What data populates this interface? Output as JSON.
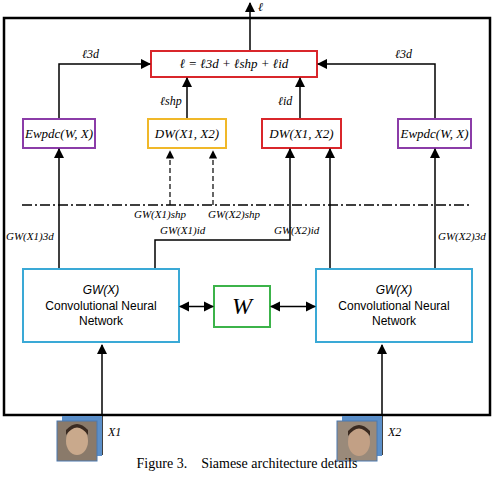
{
  "diagram": {
    "caption": "Figure 3.    Siamese architecture details",
    "nodes": [
      {
        "text": [
          "ℓ = ℓ3d + ℓshp + ℓid"
        ]
      },
      {
        "text": [
          "Ewpdc(W, X)"
        ]
      },
      {
        "text": [
          "DW(X1, X2)"
        ]
      },
      {
        "text": [
          "DW(X1, X2)"
        ]
      },
      {
        "text": [
          "Ewpdc(W, X)"
        ]
      },
      {
        "text": [
          "GW(X)",
          "Convolutional Neural Network"
        ]
      },
      {
        "text": [
          "W"
        ]
      },
      {
        "text": [
          "GW(X)",
          "Convolutional Neural Network"
        ]
      }
    ],
    "edges": [
      {
        "from": 1,
        "to": 0,
        "arrow": "to",
        "label": "ℓ3d"
      },
      {
        "from": 2,
        "to": 0,
        "arrow": "to",
        "label": "ℓshp"
      },
      {
        "from": 3,
        "to": 0,
        "arrow": "to",
        "label": "ℓid"
      },
      {
        "from": 4,
        "to": 0,
        "arrow": "to",
        "label": "ℓ3d"
      },
      {
        "from": 5,
        "to": 1,
        "arrow": "to",
        "label": "GW(X1)3d"
      },
      {
        "from": 5,
        "to": 3,
        "arrow": "to",
        "label": "GW(X1)id"
      },
      {
        "from": 7,
        "to": 3,
        "arrow": "to",
        "label": "GW(X2)id"
      },
      {
        "from": 7,
        "to": 4,
        "arrow": "to",
        "label": "GW(X2)3d"
      },
      {
        "from": 6,
        "to": 5,
        "arrow": "both"
      },
      {
        "from": 6,
        "to": 7,
        "arrow": "both"
      }
    ],
    "labels": [
      "ℓ",
      "GW(X1)shp",
      "GW(X2)shp",
      "X1",
      "X2"
    ]
  }
}
